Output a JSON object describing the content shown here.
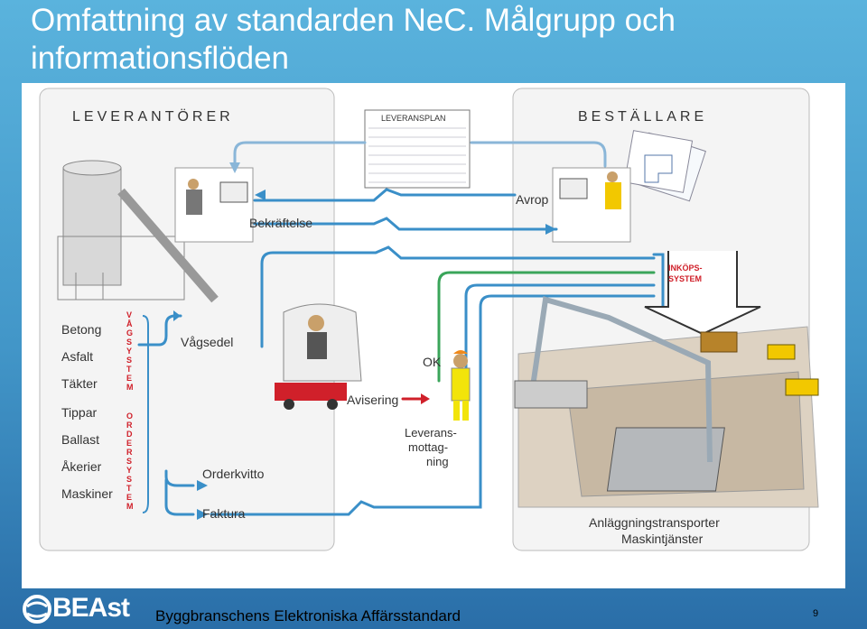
{
  "slide": {
    "title": "Omfattning av standarden NeC. Målgrupp och informationsflöden",
    "footer": "Byggbranschens Elektroniska Affärsstandard",
    "page_number": "9",
    "logo_text": "BEAst"
  },
  "diagram": {
    "suppliers_title": "LEVERANTÖRER",
    "buyers_title": "BESTÄLLARE",
    "delivery_plan": "LEVERANSPLAN",
    "purchase_system_line1": "INKÖPS-",
    "purchase_system_line2": "SYSTEM",
    "supplier_types": [
      "Betong",
      "Asfalt",
      "Täkter",
      "Tippar",
      "Ballast",
      "Åkerier",
      "Maskiner"
    ],
    "weighing_system": [
      "V",
      "Å",
      "G",
      "S",
      "Y",
      "S",
      "T",
      "E",
      "M"
    ],
    "order_system": [
      "O",
      "R",
      "D",
      "E",
      "R",
      "S",
      "Y",
      "S",
      "T",
      "E",
      "M"
    ],
    "flows": {
      "confirmation": "Bekräftelse",
      "call_off": "Avrop",
      "weighing_note": "Vågsedel",
      "notification": "Avisering",
      "ok": "OK",
      "order_receipt": "Orderkvitto",
      "invoice": "Faktura"
    },
    "delivery_receipt_lines": [
      "Leverans-",
      "mottag-",
      "ning"
    ],
    "buyer_caption_line1": "Anläggningstransporter",
    "buyer_caption_line2": "Maskintjänster"
  },
  "colors": {
    "flow_blue": "#3a8fc8",
    "flow_green": "#3aa55a",
    "accent_red": "#d0202a",
    "panel_bg": "#f4f4f4"
  }
}
